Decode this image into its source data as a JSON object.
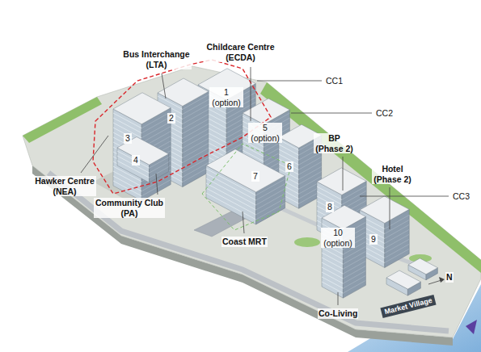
{
  "diagram": {
    "labels": [
      "Bus Interchange (LTA)",
      "Childcare Centre (ECDA)",
      "CC1",
      "1 (option)",
      "CC2",
      "2",
      "3",
      "4",
      "5 (option)",
      "Hawker Centre (NEA)",
      "Community Club (PA)",
      "6",
      "7",
      "BP (Phase 2)",
      "Hotel (Phase 2)",
      "CC3",
      "8",
      "Coast MRT",
      "10 (option)",
      "9",
      "Co-Living",
      "Market Village",
      "N"
    ]
  }
}
